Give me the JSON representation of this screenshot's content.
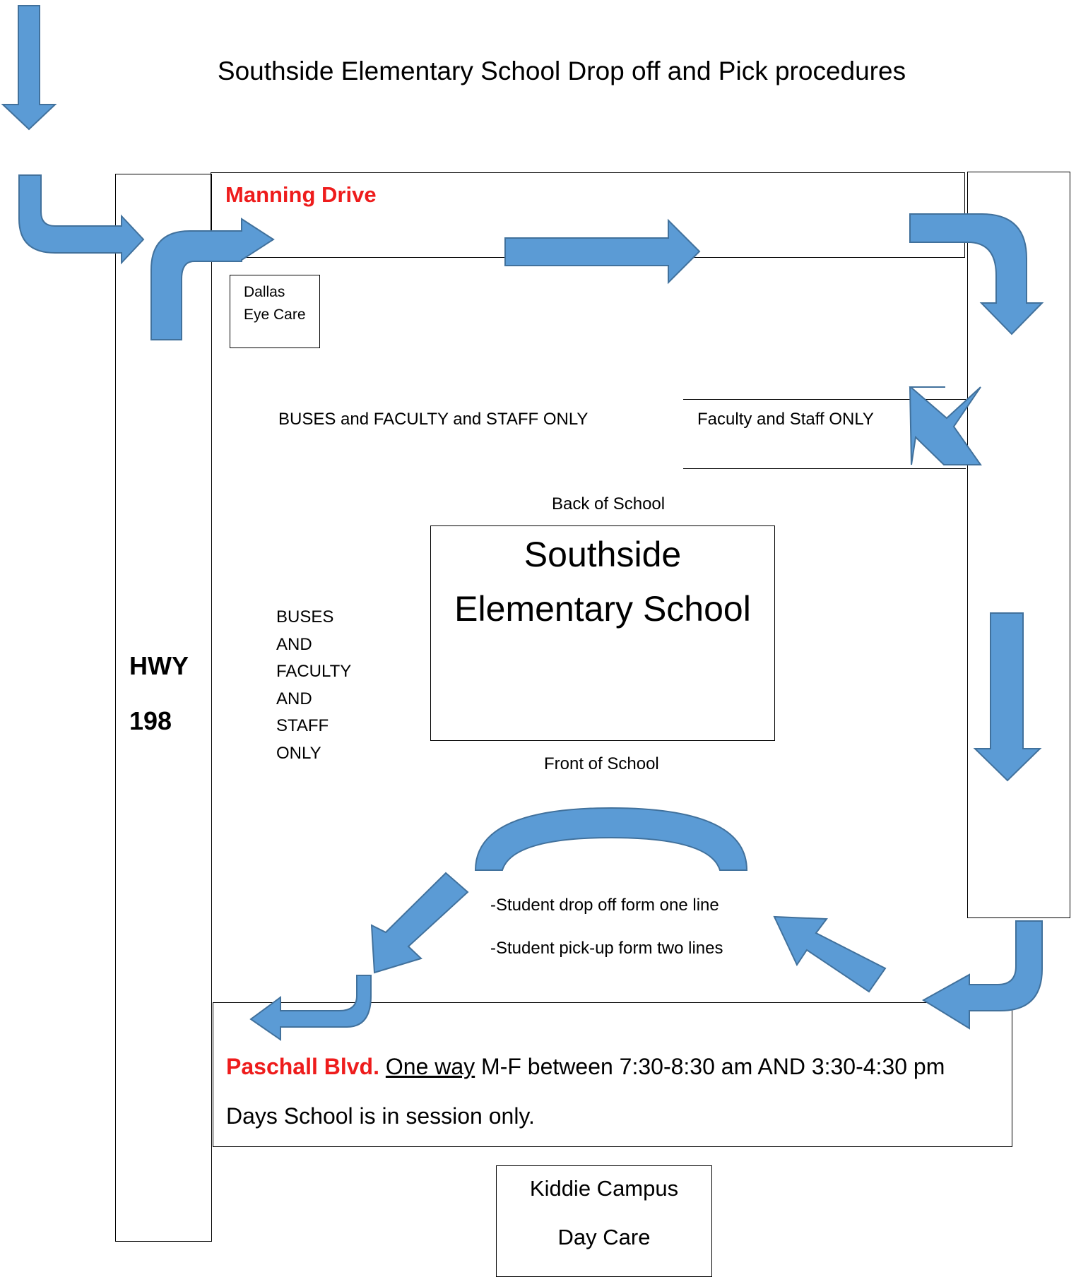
{
  "title": "Southside Elementary School Drop off and Pick procedures",
  "colors": {
    "arrow_fill": "#5b9bd5",
    "arrow_stroke": "#41719c",
    "road_name": "#ee1c1c"
  },
  "roads": {
    "manning": "Manning Drive",
    "hwy_line1": "HWY",
    "hwy_line2": "198",
    "paschall_name": "Paschall Blvd.",
    "paschall_oneway": "One way",
    "paschall_rest": " M-F between 7:30-8:30 am AND 3:30-4:30 pm",
    "paschall_line2": "Days School is in session only."
  },
  "places": {
    "dallas_line1": "Dallas",
    "dallas_line2": "Eye Care",
    "school_line1": "Southside",
    "school_line2": "Elementary School",
    "back_of_school": "Back of School",
    "front_of_school": "Front of School",
    "kiddie_line1": "Kiddie Campus",
    "kiddie_line2": "Day Care"
  },
  "notes": {
    "buses_top": "BUSES and FACULTY and STAFF ONLY",
    "faculty_only": "Faculty and Staff ONLY",
    "buses_side": [
      "BUSES",
      "AND",
      "FACULTY",
      "AND",
      "STAFF",
      "ONLY"
    ],
    "drop_off": "-Student drop off form one line",
    "pick_up": "-Student pick-up form two lines"
  },
  "icons": [
    "down-arrow-icon",
    "right-arrow-icon",
    "curved-arrow-icon",
    "x-mark-icon",
    "arc-arrow-icon",
    "diagonal-arrow-icon"
  ]
}
